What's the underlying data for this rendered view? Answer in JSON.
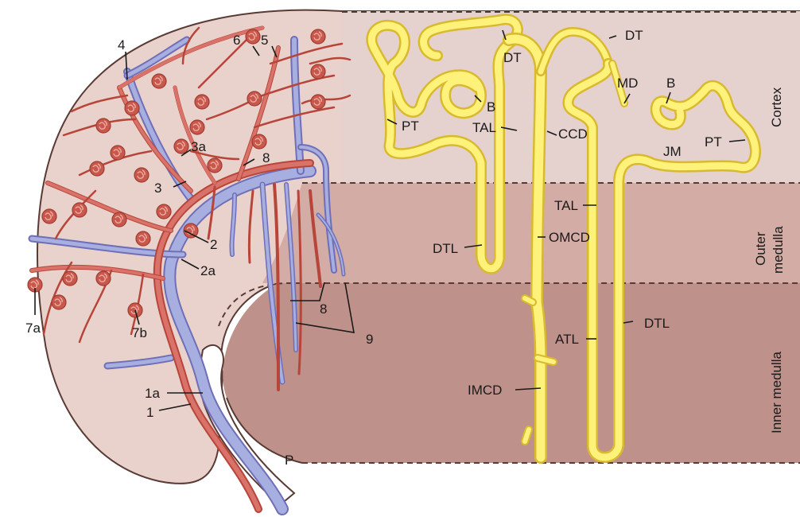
{
  "colors": {
    "cortex": "#ead2cc",
    "outer_medulla": "#d2aca5",
    "inner_medulla": "#bf918b",
    "artery": "#d9736a",
    "vein": "#a7aee0",
    "tubule": "#fff27a"
  },
  "zones": {
    "cortex": "Cortex",
    "outer_medulla_line1": "Outer",
    "outer_medulla_line2": "medulla",
    "inner_medulla": "Inner medulla"
  },
  "vessel_labels": {
    "l1": "1",
    "l1a": "1a",
    "l2": "2",
    "l2a": "2a",
    "l3": "3",
    "l3a": "3a",
    "l4": "4",
    "l5": "5",
    "l6": "6",
    "l7a": "7a",
    "l7b": "7b",
    "l8_cortex": "8",
    "l8_medulla": "8",
    "l9": "9",
    "pelvis": "P"
  },
  "nephron_labels": {
    "dt_top": "DT",
    "dt_right": "DT",
    "md": "MD",
    "b_left": "B",
    "b_right": "B",
    "pt_left": "PT",
    "pt_right": "PT",
    "tal_cortex": "TAL",
    "tal_outer": "TAL",
    "ccd": "CCD",
    "jm": "JM",
    "dtl_left": "DTL",
    "dtl_right": "DTL",
    "omcd": "OMCD",
    "atl": "ATL",
    "imcd": "IMCD"
  }
}
